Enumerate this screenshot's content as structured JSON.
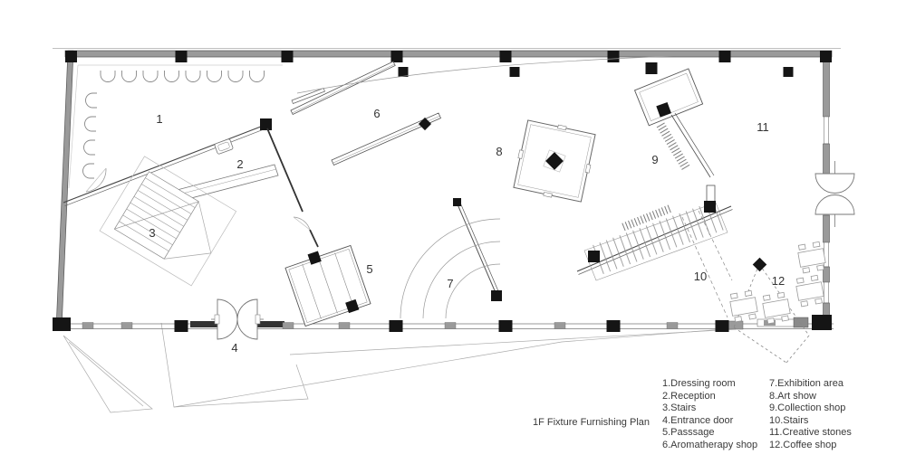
{
  "title": "1F Fixture Furnishing Plan",
  "legend": {
    "items_left": [
      "1.Dressing room",
      "2.Reception",
      "3.Stairs",
      "4.Entrance door",
      "5.Passsage",
      "6.Aromatherapy shop"
    ],
    "items_right": [
      "7.Exhibition area",
      "8.Art show",
      "9.Collection shop",
      "10.Stairs",
      "11.Creative stones",
      "12.Coffee shop"
    ]
  },
  "plan": {
    "room_numbers": [
      "1",
      "2",
      "3",
      "4",
      "5",
      "6",
      "7",
      "8",
      "9",
      "10",
      "11",
      "12"
    ]
  },
  "colors": {
    "wall_gray": "#9a9a9a",
    "column_black": "#151515",
    "line_dark": "#444444",
    "line_mid": "#777777",
    "line_light": "#aaaaaa",
    "text": "#3a3a3a",
    "background": "#ffffff"
  }
}
